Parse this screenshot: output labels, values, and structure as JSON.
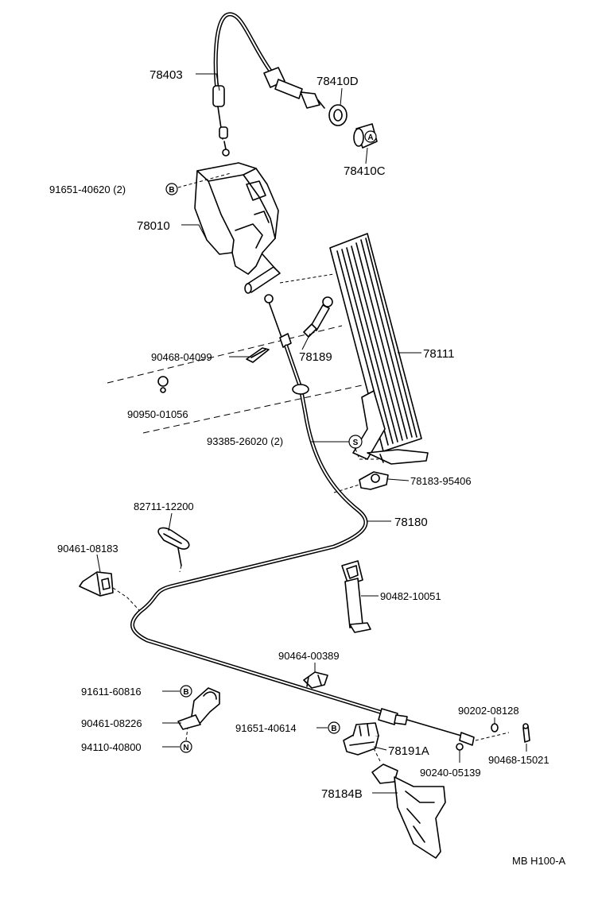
{
  "diagram": {
    "code": "MB H100-A",
    "parts": {
      "p78403": "78403",
      "p78410D": "78410D",
      "p78410C": "78410C",
      "p91651_40620": "91651-40620 (2)",
      "p78010": "78010",
      "p78189": "78189",
      "p90468_04099": "90468-04099",
      "p78111": "78111",
      "p90950_01056": "90950-01056",
      "p93385_26020": "93385-26020 (2)",
      "p78183_95406": "78183-95406",
      "p82711_12200": "82711-12200",
      "p78180": "78180",
      "p90461_08183": "90461-08183",
      "p90482_10051": "90482-10051",
      "p90464_00389": "90464-00389",
      "p91611_60816": "91611-60816",
      "p90461_08226": "90461-08226",
      "p94110_40800": "94110-40800",
      "p90202_08128": "90202-08128",
      "p91651_40614": "91651-40614",
      "p78191A": "78191A",
      "p90468_15021": "90468-15021",
      "p90240_05139": "90240-05139",
      "p78184B": "78184B"
    },
    "symbols": {
      "b": "B",
      "s": "S",
      "n": "N",
      "a": "A"
    }
  }
}
